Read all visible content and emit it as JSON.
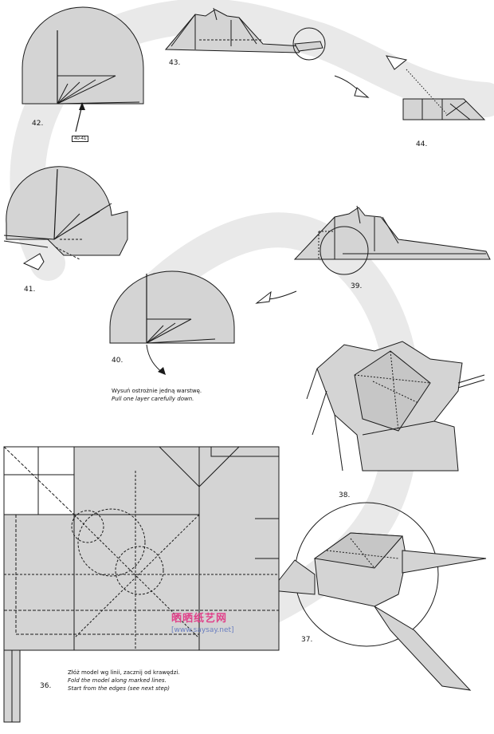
{
  "steps": {
    "s36": "36.",
    "s37": "37.",
    "s38": "38.",
    "s39": "39.",
    "s40": "40.",
    "s41": "41.",
    "s42": "42.",
    "s43": "43.",
    "s44": "44."
  },
  "ref_box": "40-41",
  "captions": {
    "step40_pl": "Wysuń ostrożnie jedną warstwę.",
    "step40_en": "Pull one layer carefully down.",
    "step36_pl": "Złóż model wg linii, zacznij od krawędzi.",
    "step36_en_1": "Fold the model along marked lines.",
    "step36_en_2": "Start from the edges (see next step)"
  },
  "watermark": {
    "title": "晒晒纸艺网",
    "url": "[www.saysay.net]"
  },
  "colors": {
    "paper": "#d4d4d4",
    "path": "#e9e9e9",
    "line": "#1a1a1a",
    "accent": "#e0428a"
  }
}
